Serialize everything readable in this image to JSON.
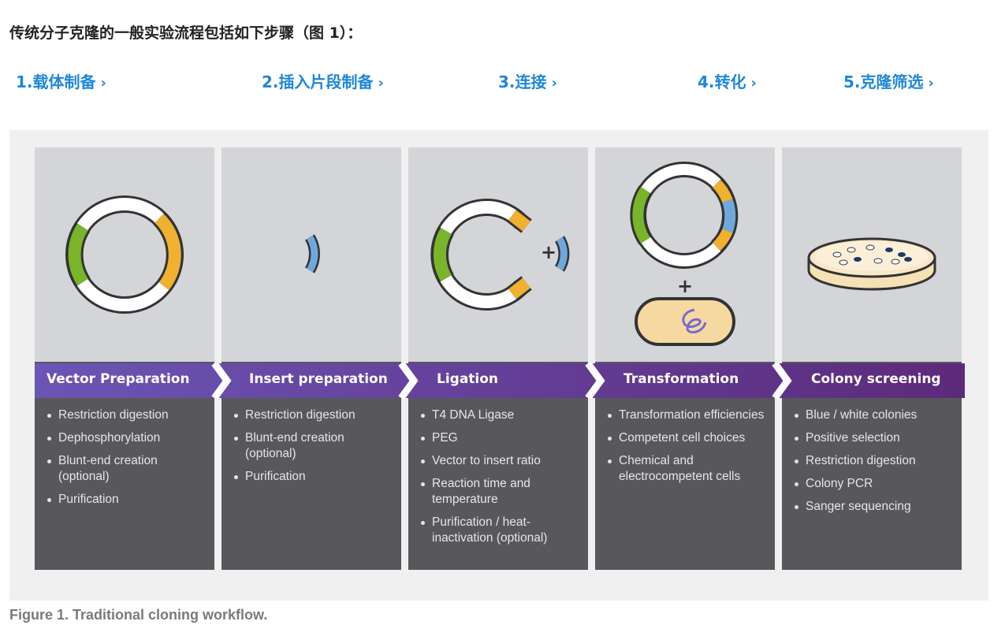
{
  "intro": "传统分子克隆的一般实验流程包括如下步骤（图 1）：",
  "steps": [
    {
      "label": "1.载体制备",
      "chev": "›"
    },
    {
      "label": "2.插入片段制备",
      "chev": "›"
    },
    {
      "label": "3.连接",
      "chev": "›"
    },
    {
      "label": "4.转化",
      "chev": "›"
    },
    {
      "label": "5.克隆筛选",
      "chev": "›"
    }
  ],
  "figure": {
    "colors": {
      "banner_start": "#6b55b5",
      "banner_end": "#5d2a7a",
      "panel_top": "#d4d5d8",
      "panel_bottom": "#58585c",
      "green": "#7ab42a",
      "orange": "#f0b030",
      "blue": "#6ea8dd",
      "purple": "#7a6ad0"
    },
    "icons": [
      "plasmid-icon",
      "insert-fragment-icon",
      "open-vector-icon",
      "bacterium-icon",
      "petri-dish-icon"
    ],
    "plus_sign": "+",
    "columns": [
      {
        "title": "Vector Preparation",
        "bullets": [
          "Restriction digestion",
          "Dephosphorylation",
          "Blunt-end creation (optional)",
          "Purification"
        ]
      },
      {
        "title": "Insert preparation",
        "bullets": [
          "Restriction digestion",
          "Blunt-end creation (optional)",
          "Purification"
        ]
      },
      {
        "title": "Ligation",
        "bullets": [
          "T4 DNA Ligase",
          "PEG",
          "Vector to insert ratio",
          "Reaction time and temperature",
          "Purification / heat-inactivation (optional)"
        ]
      },
      {
        "title": "Transformation",
        "bullets": [
          "Transformation efficiencies",
          "Competent cell choices",
          "Chemical and electrocompetent cells"
        ]
      },
      {
        "title": "Colony screening",
        "bullets": [
          "Blue / white colonies",
          "Positive selection",
          "Restriction digestion",
          "Colony PCR",
          "Sanger sequencing"
        ]
      }
    ]
  },
  "caption": "Figure 1. Traditional cloning workflow."
}
